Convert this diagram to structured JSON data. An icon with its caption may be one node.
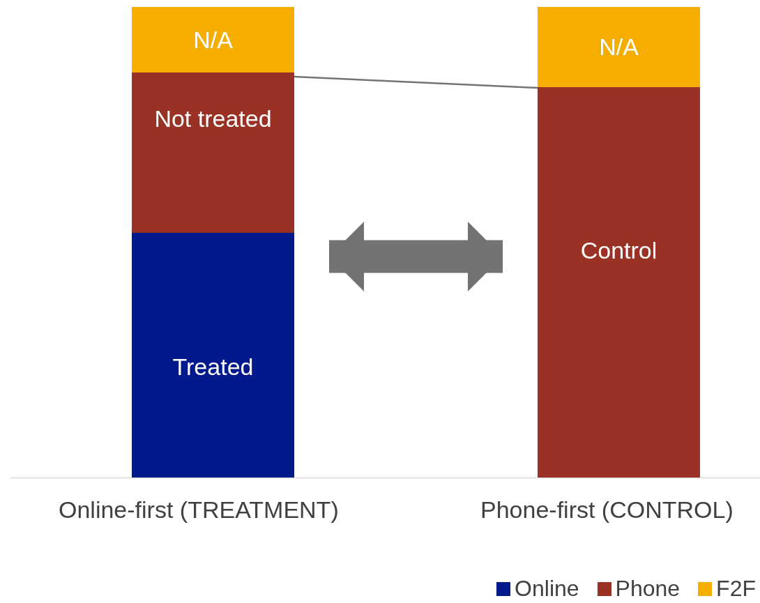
{
  "diagram": {
    "nodes": [
      {
        "text": [
          "N/A"
        ]
      },
      {
        "text": [
          "Not treated"
        ]
      },
      {
        "text": [
          "Treated"
        ]
      },
      {
        "text": [
          "N/A"
        ]
      },
      {
        "text": [
          "Control"
        ]
      }
    ],
    "edges": [
      {
        "from": 1,
        "to": 4,
        "arrow": "none"
      },
      {
        "from": 2,
        "to": 4,
        "arrow": "both",
        "style": "thick"
      }
    ],
    "labels": [
      "Online-first (TREATMENT)",
      "Phone-first (CONTROL)"
    ],
    "legend": [
      {
        "text": "Online",
        "color": "#001a8c"
      },
      {
        "text": "Phone",
        "color": "#993224"
      },
      {
        "text": "F2F",
        "color": "#f5ae00"
      }
    ]
  }
}
